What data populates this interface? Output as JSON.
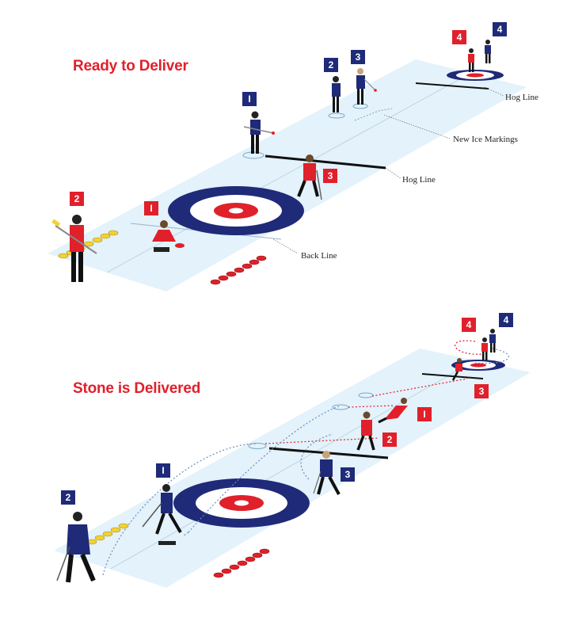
{
  "panels": [
    {
      "title": "Ready to Deliver",
      "labels": {
        "hog_line_far": "Hog Line",
        "new_ice_markings": "New Ice Markings",
        "hog_line_near": "Hog Line",
        "back_line": "Back Line"
      },
      "badges": [
        {
          "text": "4",
          "team": "red"
        },
        {
          "text": "4",
          "team": "blue"
        },
        {
          "text": "2",
          "team": "blue"
        },
        {
          "text": "3",
          "team": "blue"
        },
        {
          "text": "I",
          "team": "blue"
        },
        {
          "text": "3",
          "team": "red"
        },
        {
          "text": "2",
          "team": "red"
        },
        {
          "text": "I",
          "team": "red"
        }
      ]
    },
    {
      "title": "Stone is Delivered",
      "badges": [
        {
          "text": "4",
          "team": "red"
        },
        {
          "text": "4",
          "team": "blue"
        },
        {
          "text": "3",
          "team": "red"
        },
        {
          "text": "I",
          "team": "red"
        },
        {
          "text": "2",
          "team": "red"
        },
        {
          "text": "3",
          "team": "blue"
        },
        {
          "text": "I",
          "team": "blue"
        },
        {
          "text": "2",
          "team": "blue"
        }
      ]
    }
  ],
  "colors": {
    "team_red": "#e0202b",
    "team_blue": "#1f2a78",
    "ice": "#e3f2fb",
    "house_blue": "#1f2a78",
    "house_red": "#e0202b",
    "stone_yellow": "#f2d230"
  }
}
